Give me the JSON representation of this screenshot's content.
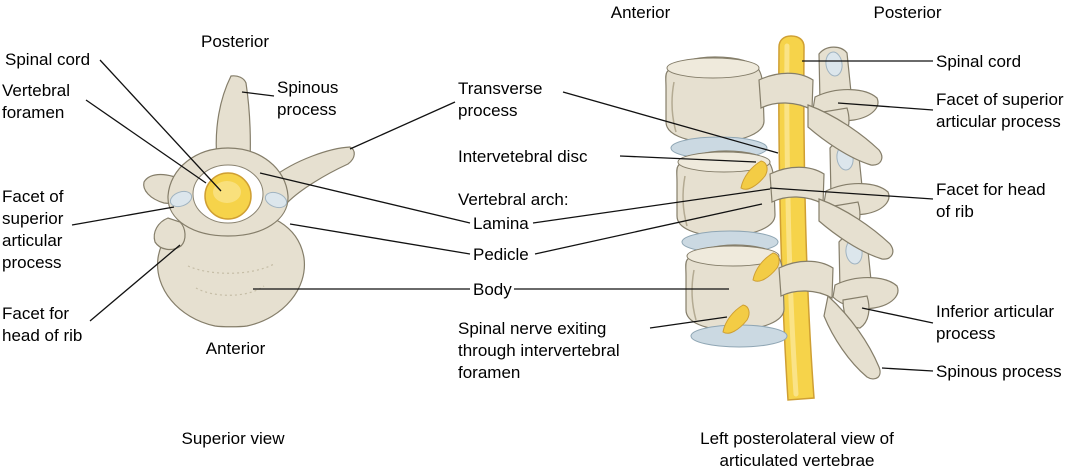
{
  "figure_title": "Vertebra anatomy diagram",
  "colors": {
    "bone": "#E6E0D0",
    "bone_light": "#EFEADC",
    "bone_stroke": "#857E6A",
    "spinal_cord_yellow": "#F6D34A",
    "nerve_yellow": "#F3CC45",
    "disc_blue": "#CBD9E2",
    "facet_blue": "#DCE6EC",
    "leader_line": "#111111",
    "text": "#000000",
    "background": "#FFFFFF"
  },
  "superior_view": {
    "direction_top": "Posterior",
    "direction_bottom": "Anterior",
    "caption": "Superior view",
    "labels": {
      "spinal_cord": "Spinal cord",
      "vertebral_foramen": "Vertebral foramen",
      "spinous_process": "Spinous process",
      "facet_superior_articular": "Facet of superior articular process",
      "facet_head_of_rib": "Facet for head of rib"
    }
  },
  "shared_labels": {
    "transverse_process": "Transverse process",
    "intervertebral_disc": "Intervetebral disc",
    "vertebral_arch_heading": "Vertebral arch:",
    "lamina": "Lamina",
    "pedicle": "Pedicle",
    "body": "Body",
    "spinal_nerve": "Spinal nerve exiting through intervertebral foramen"
  },
  "lateral_view": {
    "direction_left": "Anterior",
    "direction_right": "Posterior",
    "caption": "Left posterolateral view of articulated vertebrae",
    "labels": {
      "spinal_cord": "Spinal cord",
      "facet_superior_articular": "Facet of superior articular process",
      "facet_head_of_rib": "Facet for head of rib",
      "inferior_articular_process": "Inferior articular process",
      "spinous_process": "Spinous process"
    }
  }
}
